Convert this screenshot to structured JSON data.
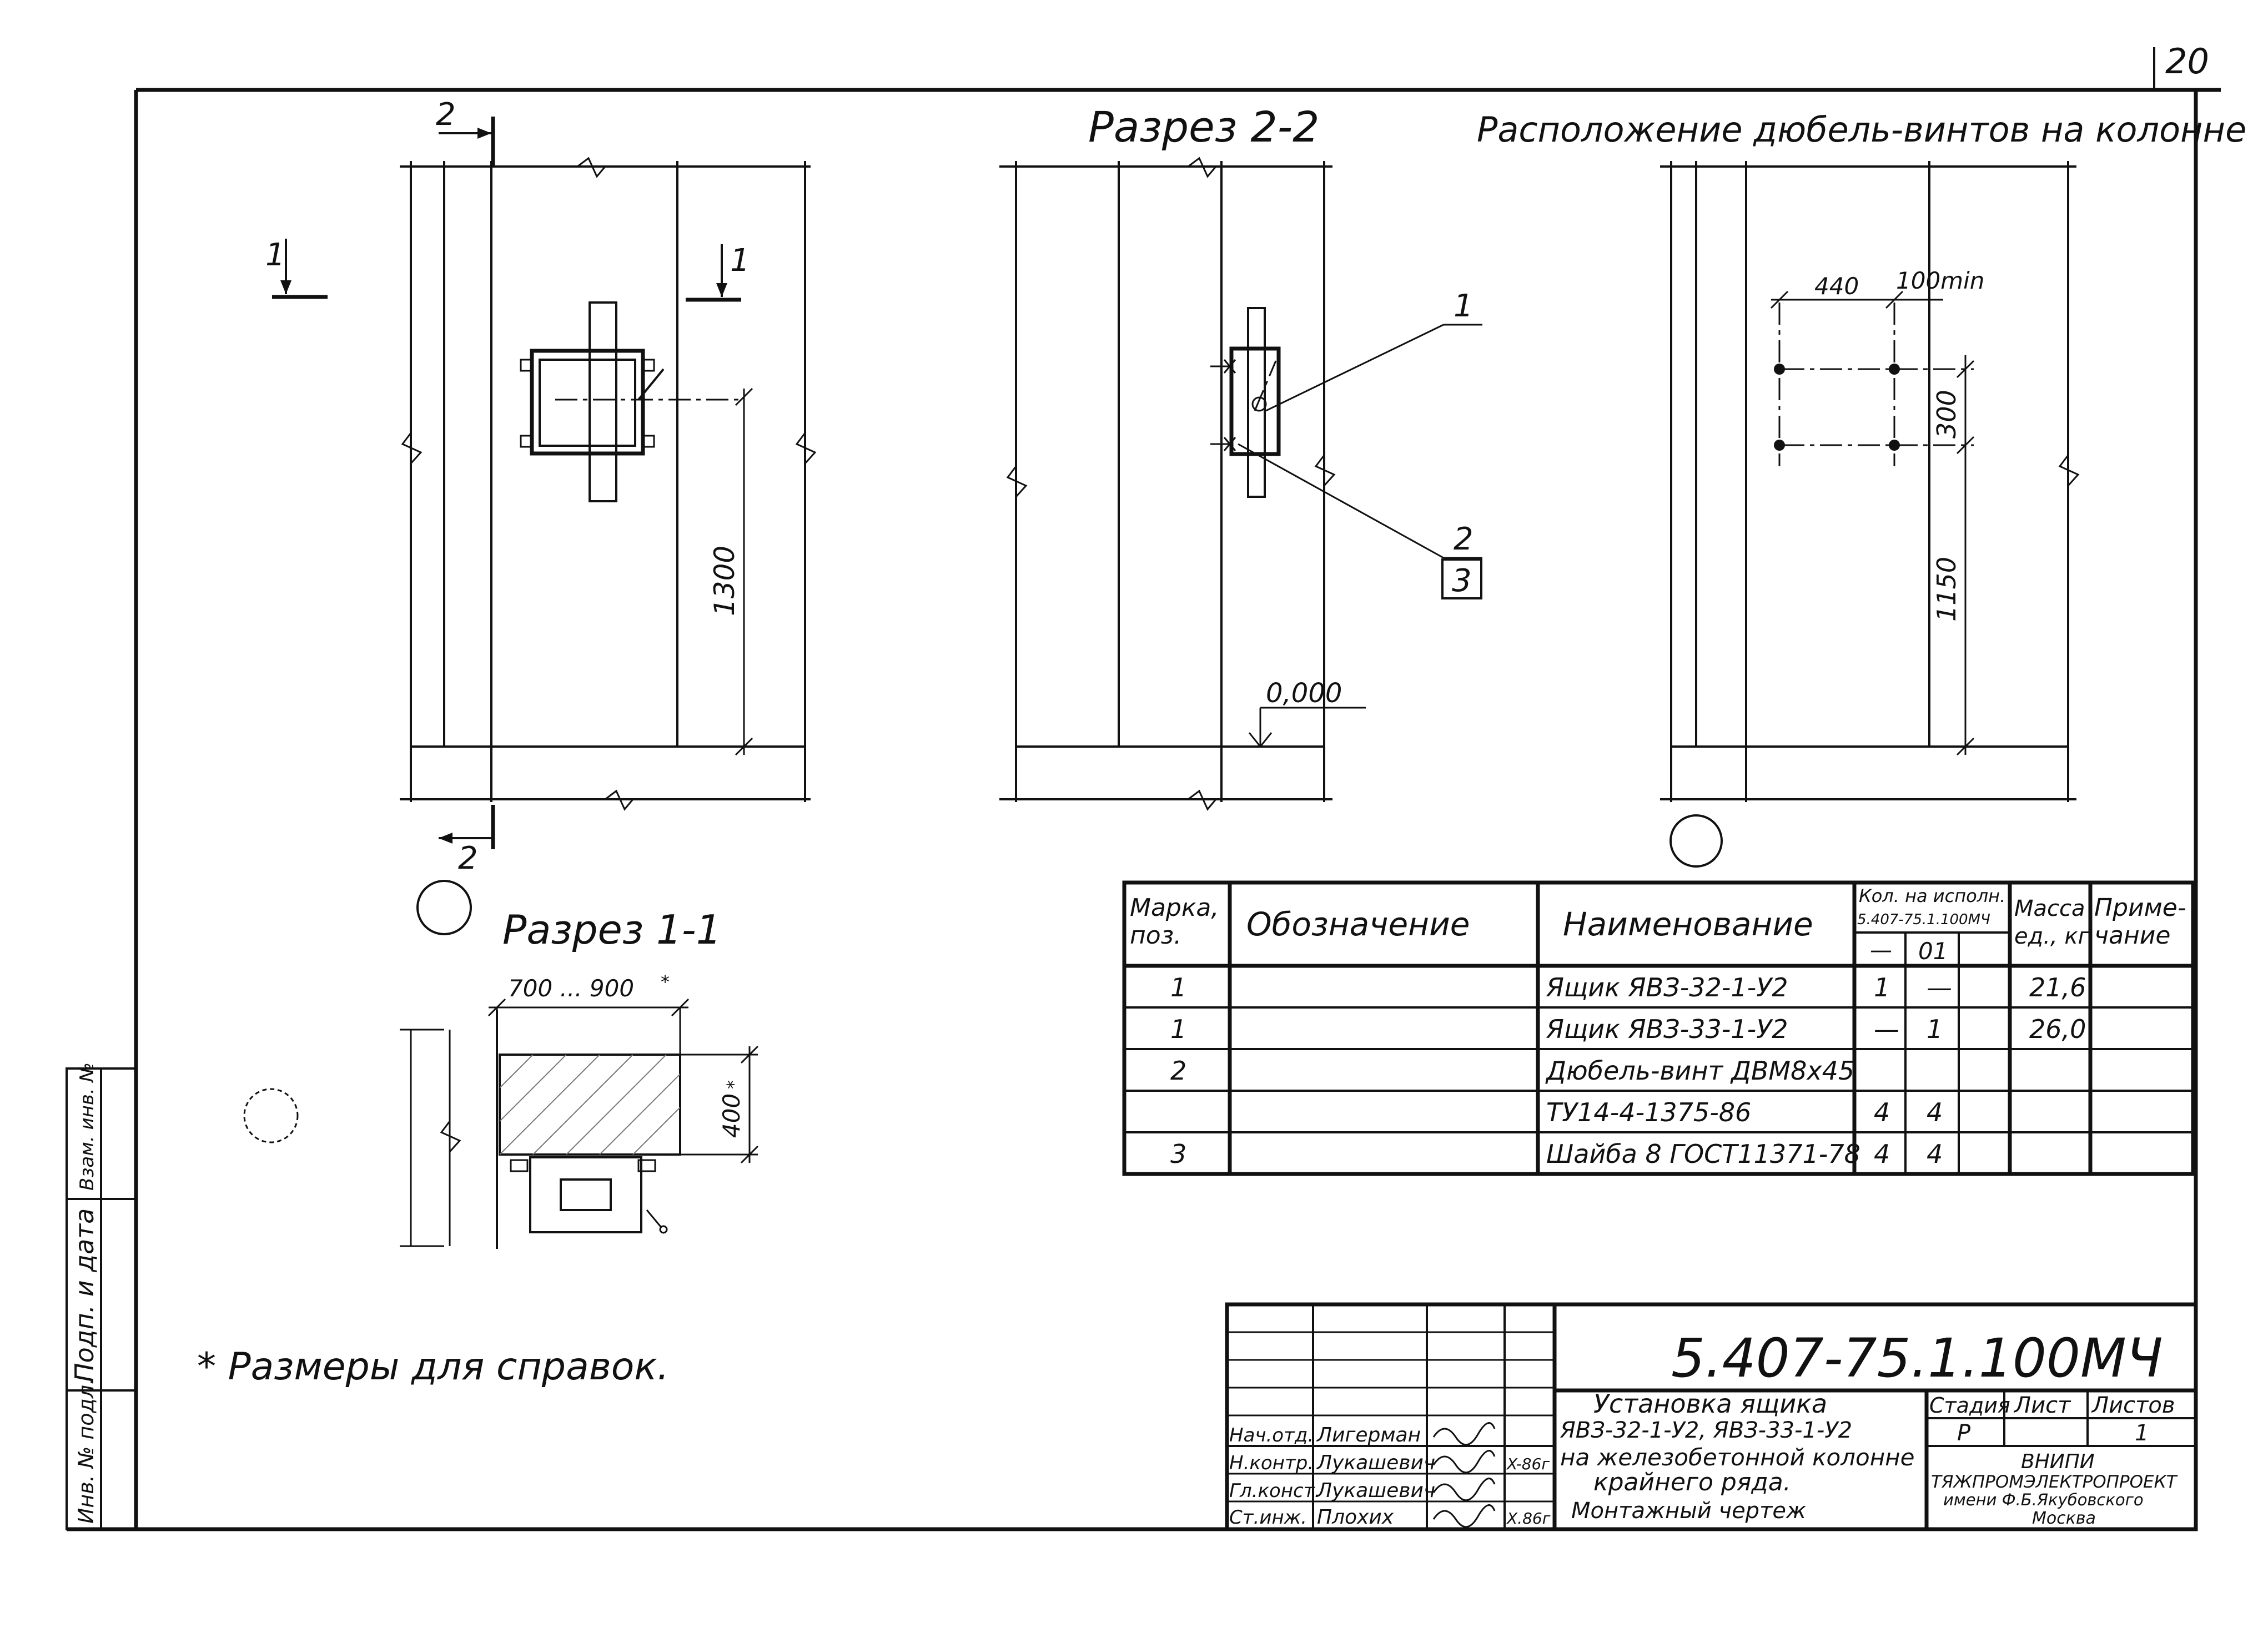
{
  "page_number": "20",
  "views": {
    "plan": {
      "section_mark": "2",
      "cut_mark": "1",
      "dim_height": "1300"
    },
    "section_2_2": {
      "title": "Разрез 2-2",
      "callout_1": "1",
      "callout_2": "2",
      "callout_3": "3",
      "level_mark": "0,000"
    },
    "dowel_layout": {
      "title": "Расположение дюбель-винтов на колонне",
      "dim_440": "440",
      "dim_100min": "100min",
      "dim_300": "300",
      "dim_1150": "1150"
    },
    "section_1_1": {
      "title": "Разрез 1-1",
      "dim_width": "700 ... 900",
      "dim_width_star": "*",
      "dim_400": "400",
      "dim_400_star": "*"
    }
  },
  "note": "* Размеры для справок.",
  "spec_table": {
    "headers": {
      "mark": "Марка, поз.",
      "designation": "Обозначение",
      "name": "Наименование",
      "qty": "Кол. на исполн. 5.407-75.1.100МЧ",
      "qty_a": "—",
      "qty_b": "01",
      "mass": "Масса ед., кг",
      "note": "Приме- чание"
    },
    "rows": [
      {
        "mark": "1",
        "designation": "",
        "name": "Ящик ЯВЗ-32-1-У2",
        "q1": "1",
        "q2": "—",
        "q3": "",
        "mass": "21,6",
        "note": ""
      },
      {
        "mark": "1",
        "designation": "",
        "name": "Ящик ЯВЗ-33-1-У2",
        "q1": "—",
        "q2": "1",
        "q3": "",
        "mass": "26,0",
        "note": ""
      },
      {
        "mark": "2",
        "designation": "",
        "name": "Дюбель-винт ДВМ8х45",
        "q1": "",
        "q2": "",
        "q3": "",
        "mass": "",
        "note": ""
      },
      {
        "mark": "",
        "designation": "",
        "name": "ТУ14-4-1375-86",
        "q1": "4",
        "q2": "4",
        "q3": "",
        "mass": "",
        "note": ""
      },
      {
        "mark": "3",
        "designation": "",
        "name": "Шайба 8 ГОСТ11371-78",
        "q1": "4",
        "q2": "4",
        "q3": "",
        "mass": "",
        "note": ""
      }
    ]
  },
  "title_block": {
    "code": "5.407-75.1.100МЧ",
    "description": {
      "line1": "Установка ящика",
      "line2": "ЯВЗ-32-1-У2, ЯВЗ-33-1-У2",
      "line3": "на железобетонной колонне",
      "line4": "крайнего ряда.",
      "line5": "Монтажный чертеж"
    },
    "stage_label": "Стадия",
    "sheet_label": "Лист",
    "sheets_label": "Листов",
    "stage": "Р",
    "sheet": "",
    "sheets": "1",
    "org_line1": "ВНИПИ",
    "org_line2": "ТЯЖПРОМЭЛЕКТРОПРОЕКТ",
    "org_line3": "имени Ф.Б.Якубовского",
    "org_line4": "Москва",
    "signatures": [
      {
        "role": "Нач.отд.",
        "name": "Лигерман",
        "date": ""
      },
      {
        "role": "Н.контр.",
        "name": "Лукашевич",
        "date": "X-86г"
      },
      {
        "role": "Гл.конст.",
        "name": "Лукашевич",
        "date": ""
      },
      {
        "role": "Ст.инж.",
        "name": "Плохих",
        "date": "X.86г"
      }
    ]
  },
  "side_stamp": {
    "cell1": "Инв. № подл.",
    "cell2": "Подп. и дата",
    "cell3": "Взам. инв. №"
  }
}
